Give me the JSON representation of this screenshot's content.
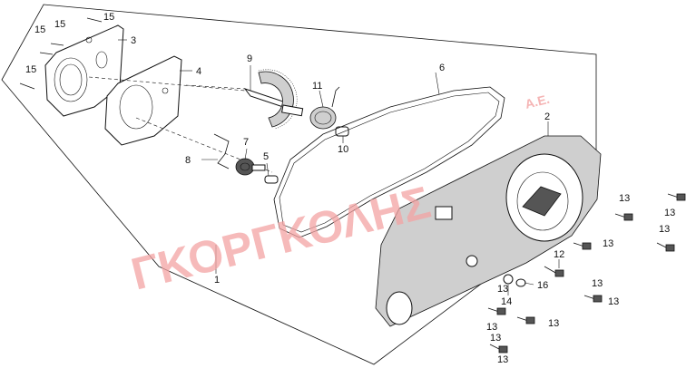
{
  "watermark": {
    "main": "ΓΚΟΡΓΚΟΛΗΣ",
    "suffix": "Α.Ε."
  },
  "labels": {
    "p1": "1",
    "p2": "2",
    "p3": "3",
    "p4": "4",
    "p5": "5",
    "p6": "6",
    "p7": "7",
    "p8": "8",
    "p9": "9",
    "p10": "10",
    "p11": "11",
    "p12": "12",
    "p14": "14",
    "p16": "16",
    "p13a": "13",
    "p13b": "13",
    "p13c": "13",
    "p13d": "13",
    "p13e": "13",
    "p13f": "13",
    "p13g": "13",
    "p13h": "13",
    "p13i": "13",
    "p13j": "13",
    "p13k": "13",
    "p15a": "15",
    "p15b": "15",
    "p15c": "15",
    "p15d": "15"
  }
}
